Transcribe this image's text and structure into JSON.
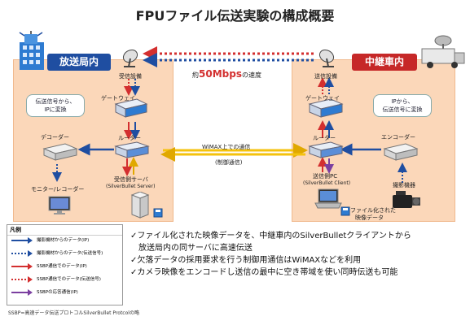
{
  "title": "FPUファイル伝送実験の構成概要",
  "left_site": "放送局内",
  "right_site": "中継車内",
  "speed_prefix": "約",
  "speed_value": "50Mbps",
  "speed_suffix": "の速度",
  "left_nodes": {
    "rx_antenna": "受信設備",
    "gateway": "ゲートウェイ",
    "router": "ルーター",
    "decoder": "デコーダー",
    "monitor": "モニター/レコーダー",
    "server_l1": "受信側サーバ",
    "server_l2": "(SilverBullet Server)"
  },
  "right_nodes": {
    "tx_antenna": "送信設備",
    "gateway": "ゲートウェイ",
    "router": "ルーター",
    "encoder": "エンコーダー",
    "camera": "撮影機器",
    "pc_l1": "送信側PC",
    "pc_l2": "(SilverBullet Client)",
    "file_l1": "ファイル化された",
    "file_l2": "映像データ"
  },
  "callout_left": {
    "l1": "伝送信号から、",
    "l2": "IPに変換"
  },
  "callout_right": {
    "l1": "IPから、",
    "l2": "伝送信号に変換"
  },
  "wimax": {
    "l1": "WiMAX上での通信",
    "l2": "(制御通信)"
  },
  "legend": {
    "title": "凡例",
    "items": [
      {
        "text": "撮影機材からのデータ(IP)",
        "color": "#1f4ea1",
        "style": "solid"
      },
      {
        "text": "撮影機材からのデータ(伝送信号)",
        "color": "#1f4ea1",
        "style": "dotted"
      },
      {
        "text": "SSBP通信でのデータ(IP)",
        "color": "#d32f2f",
        "style": "solid"
      },
      {
        "text": "SSBP通信でのデータ(伝送信号)",
        "color": "#d32f2f",
        "style": "dotted"
      },
      {
        "text": "SSBPの応答通信(IP)",
        "color": "#7b3fa0",
        "style": "solid"
      }
    ]
  },
  "notes": [
    "✓ファイル化された映像データを、中継車内のSilverBulletクライアントから",
    "　放送局内の同サーバに高速伝送",
    "✓欠落データの採用要求を行う制御用通信はWiMAXなどを利用",
    "✓カメラ映像をエンコードし送信の最中に空き帯域を使い同時伝送も可能"
  ],
  "footnote": "SSBP=高速データ伝送プロトコルSilverBullet Protcolの略",
  "colors": {
    "blue": "#1f4ea1",
    "red": "#d32f2f",
    "yellow": "#f4c20d",
    "panel": "#fbd7b9"
  }
}
